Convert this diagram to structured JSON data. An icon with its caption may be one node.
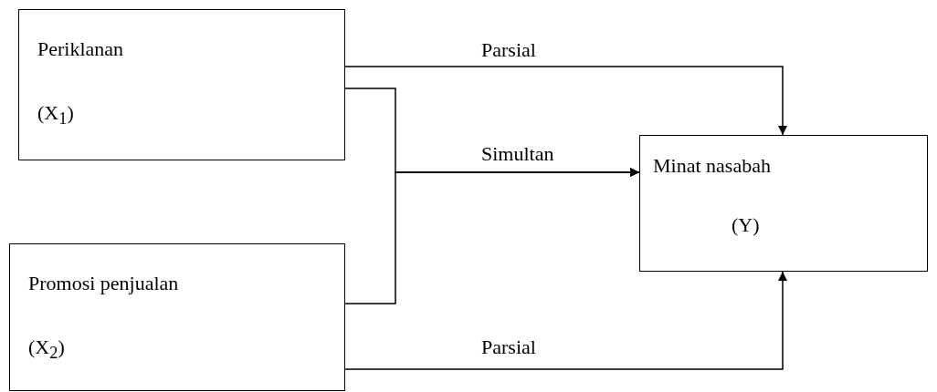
{
  "diagram": {
    "nodes": [
      {
        "text": [
          "Periklanan",
          "(X$_{1}$)"
        ]
      },
      {
        "text": [
          "Promosi penjualan",
          "(X$_{2}$)"
        ]
      },
      {
        "text": [
          "Minat nasabah",
          "(Y)"
        ]
      }
    ],
    "edges": [
      {
        "from": 0,
        "to": 2,
        "arrow": "to",
        "label": "Parsial"
      },
      {
        "from": 0,
        "to": 2,
        "arrow": "to",
        "label": "Simultan"
      },
      {
        "from": 1,
        "to": 2,
        "arrow": "to"
      },
      {
        "from": 1,
        "to": 2,
        "arrow": "to",
        "label": "Parsial"
      }
    ]
  }
}
